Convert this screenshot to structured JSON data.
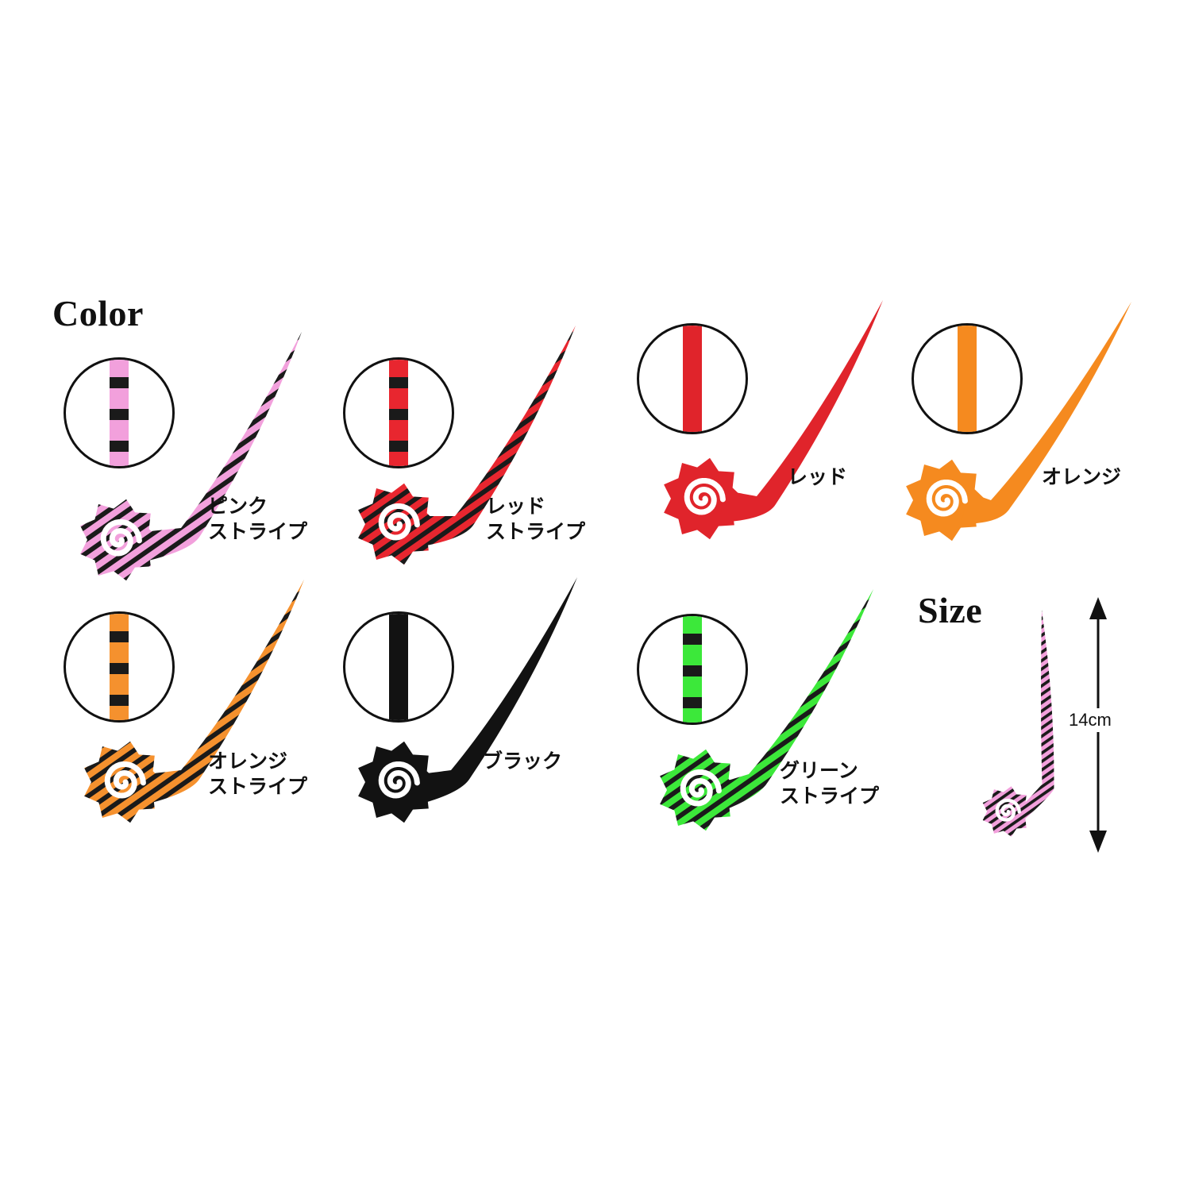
{
  "headings": {
    "color": "Color",
    "size": "Size"
  },
  "variants": [
    {
      "label": "ピンク\nストライプ",
      "base_color": "#f2a0dc",
      "stripe_color": "#1a1a1a",
      "striped": true,
      "icon": "lure-pink-stripe-icon"
    },
    {
      "label": "レッド\nストライプ",
      "base_color": "#e8262f",
      "stripe_color": "#1a1a1a",
      "striped": true,
      "icon": "lure-red-stripe-icon"
    },
    {
      "label": "レッド",
      "base_color": "#e0242b",
      "stripe_color": "",
      "striped": false,
      "icon": "lure-red-icon"
    },
    {
      "label": "オレンジ",
      "base_color": "#f58a1f",
      "stripe_color": "",
      "striped": false,
      "icon": "lure-orange-icon"
    },
    {
      "label": "オレンジ\nストライプ",
      "base_color": "#f5912e",
      "stripe_color": "#1a1a1a",
      "striped": true,
      "icon": "lure-orange-stripe-icon"
    },
    {
      "label": "ブラック",
      "base_color": "#121212",
      "stripe_color": "",
      "striped": false,
      "icon": "lure-black-icon"
    },
    {
      "label": "グリーン\nストライプ",
      "base_color": "#3ce83a",
      "stripe_color": "#1a1a1a",
      "striped": true,
      "icon": "lure-green-stripe-icon"
    }
  ],
  "size": {
    "length_label": "14cm",
    "icon": "size-arrow-icon"
  }
}
